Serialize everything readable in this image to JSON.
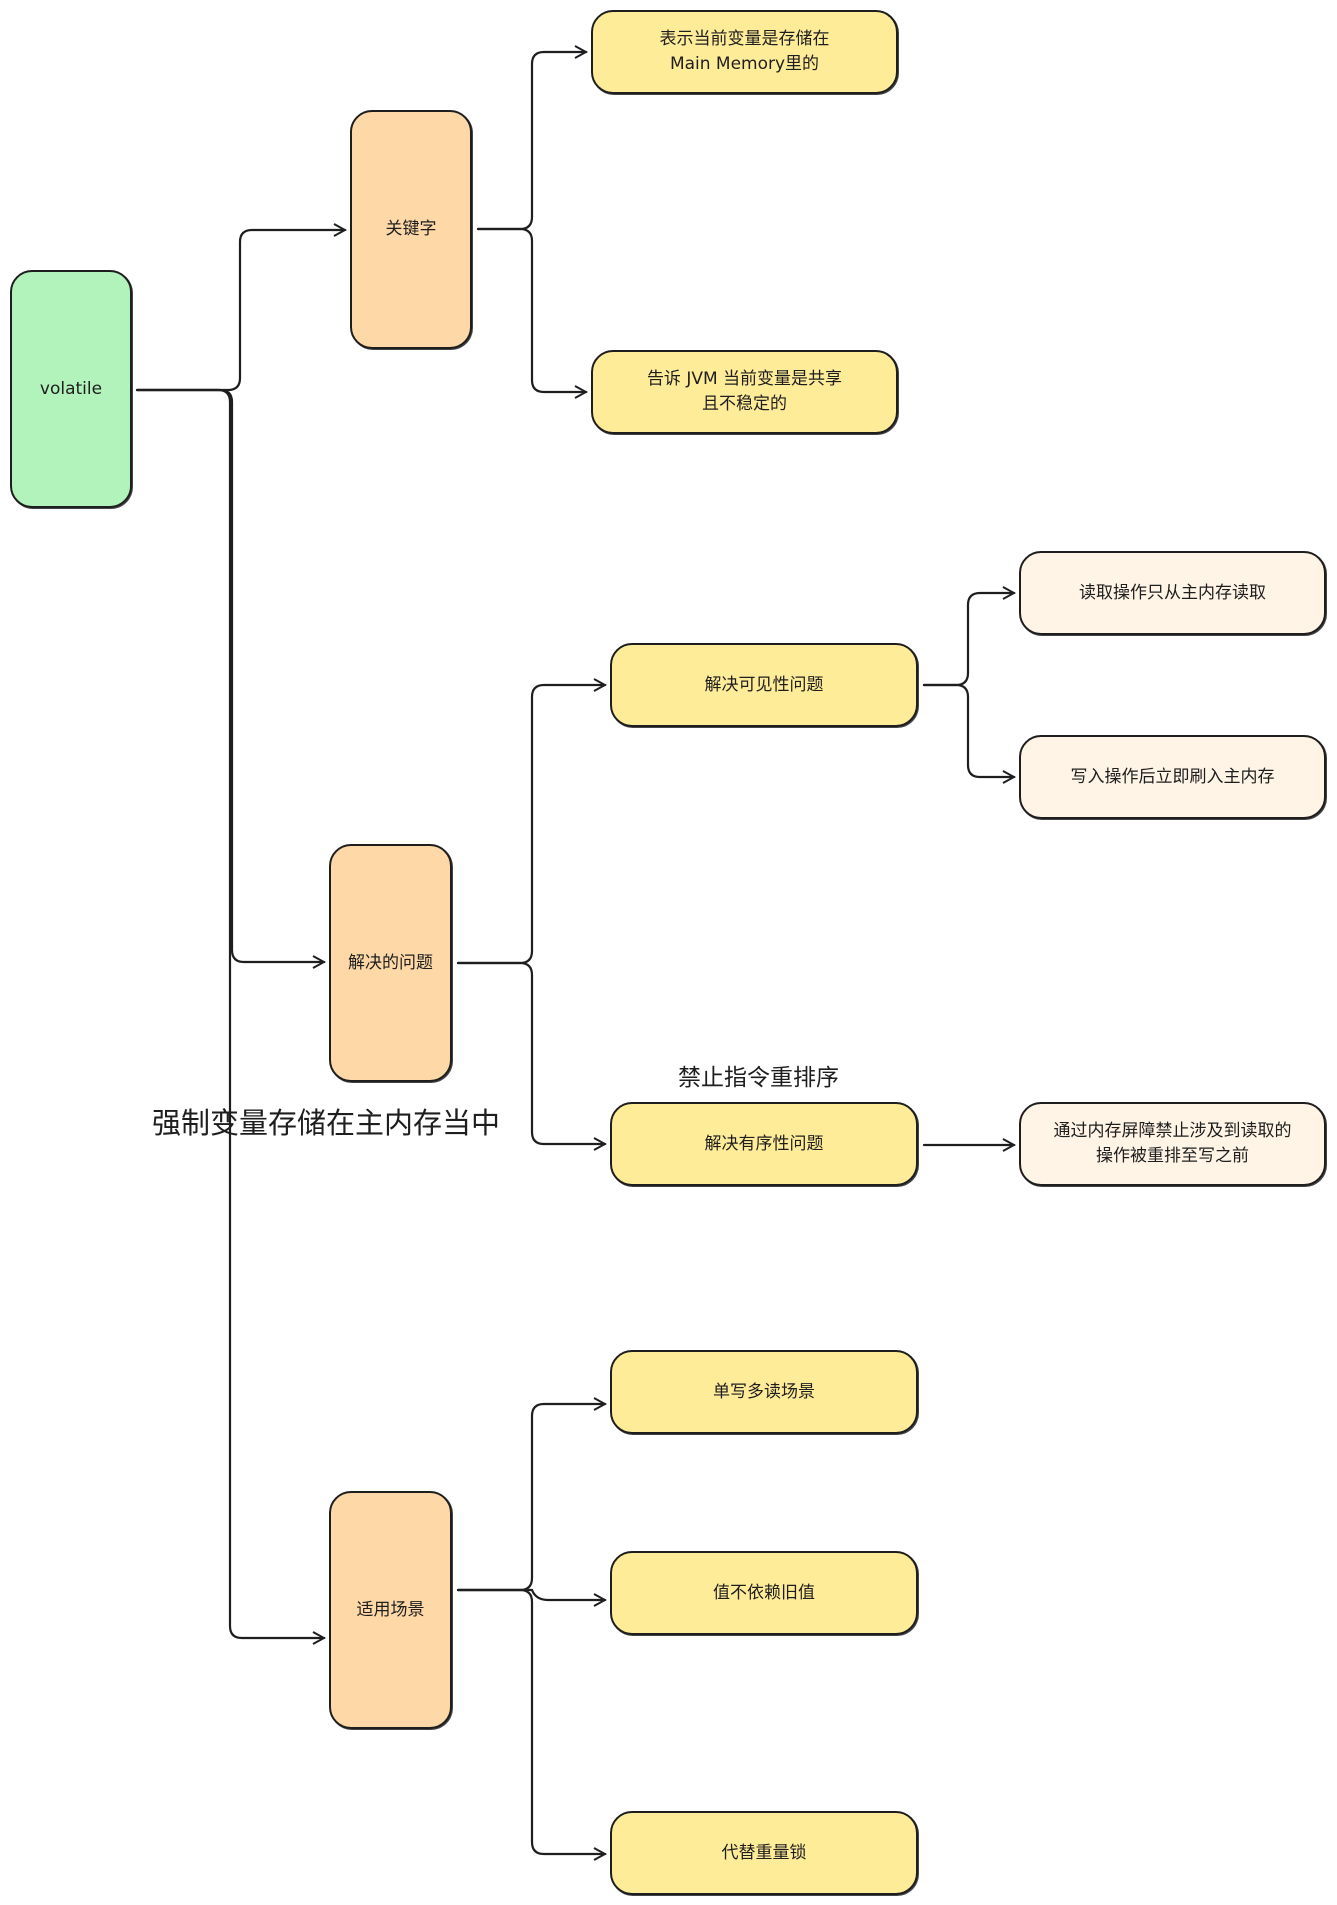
{
  "colors": {
    "root": "#b2f2bb",
    "category": "#ffd8a8",
    "detail": "#ffec99",
    "leaf": "#fff4e6",
    "stroke": "#1e1e1e"
  },
  "root": {
    "label": "volatile"
  },
  "branches": [
    {
      "label": "关键字",
      "children": [
        {
          "label": "表示当前变量是存储在\nMain Memory里的"
        },
        {
          "label": "告诉 JVM 当前变量是共享\n且不稳定的"
        }
      ]
    },
    {
      "label": "解决的问题",
      "children": [
        {
          "label": "解决可见性问题",
          "children": [
            {
              "label": "读取操作只从主内存读取"
            },
            {
              "label": "写入操作后立即刷入主内存"
            }
          ]
        },
        {
          "label": "解决有序性问题",
          "annotation": "禁止指令重排序",
          "children": [
            {
              "label": "通过内存屏障禁止涉及到读取的\n操作被重排至写之前"
            }
          ]
        }
      ]
    },
    {
      "label": "适用场景",
      "children": [
        {
          "label": "单写多读场景"
        },
        {
          "label": "值不依赖旧值"
        },
        {
          "label": "代替重量锁"
        }
      ]
    }
  ],
  "annotations": {
    "main_memory_note": "强制变量存储在主内存当中"
  }
}
